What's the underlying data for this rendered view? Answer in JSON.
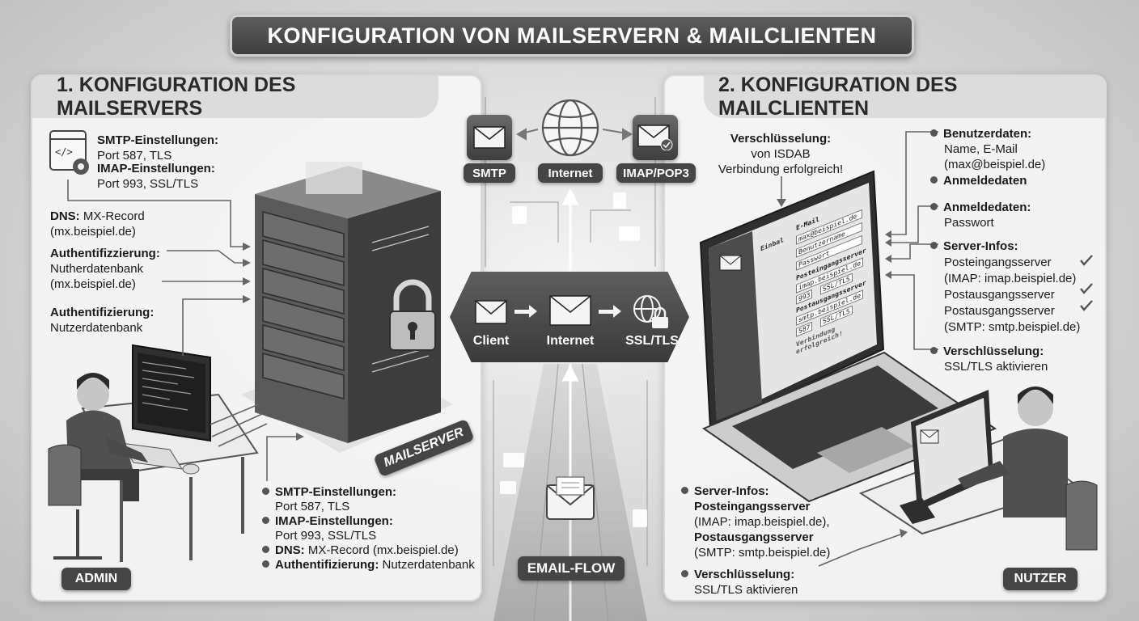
{
  "title": "KONFIGURATION VON MAILSERVERN & MAILCLIENTEN",
  "left_panel": {
    "heading": "1. KONFIGURATION DES MAILSERVERS",
    "smtp_label": "SMTP-Einstellungen:",
    "smtp_value": "Port 587, TLS",
    "imap_label": "IMAP-Einstellungen:",
    "imap_value": "Port 993, SSL/TLS",
    "dns_label": "DNS:",
    "dns_value": "MX-Record",
    "dns_value2": "(mx.beispiel.de)",
    "auth1_label": "Authentifizzierung:",
    "auth1_value": "Nutherdatenbank",
    "auth1_value2": "(mx.beispiel.de)",
    "auth2_label": "Authentifizierung:",
    "auth2_value": "Nutzerdatenbank",
    "server_label": "MAILSERVER",
    "admin_label": "ADMIN",
    "bottom_list": {
      "smtp_label": "SMTP-Einstellungen:",
      "smtp_value": "Port 587, TLS",
      "imap_label": "IMAP-Einstellungen:",
      "imap_value": "Port 993, SSL/TLS",
      "dns_label": "DNS:",
      "dns_value": "MX-Record (mx.beispiel.de)",
      "auth_label": "Authentifizierung:",
      "auth_value": "Nutzerdatenbank"
    }
  },
  "center": {
    "top_nodes": [
      "SMTP",
      "Internet",
      "IMAP/POP3"
    ],
    "flow_nodes": [
      "Client",
      "Internet",
      "SSL/TLS"
    ],
    "email_flow_label": "EMAIL-FLOW"
  },
  "right_panel": {
    "heading": "2. KONFIGURATION DES MAILCLIENTEN",
    "enc_title": "Verschlüsselung:",
    "enc_line1": "von ISDAB",
    "enc_line2": "Verbindung erfolgreich!",
    "user_data_label": "Benutzerdaten:",
    "user_data_value1": "Name, E-Mail",
    "user_data_value2": "(max@beispiel.de)",
    "login_label": "Anmeldedaten",
    "login2_label": "Anmeldedaten:",
    "login2_value": "Passwort",
    "server_info_label": "Server-Infos:",
    "server_lines": [
      "Posteingangsserver",
      "(IMAP: imap.beispiel.de)",
      "Postausgangsserver",
      "Postausgangsserver",
      "(SMTP: smtp.beispiel.de)"
    ],
    "encryption_label": "Verschlüsselung:",
    "encryption_value": "SSL/TLS aktivieren",
    "screen_form": {
      "sidebar_title": "Einbal",
      "field1_label": "E-Mail",
      "field1_value": "max@beispiel.de",
      "field2_value": "Benutzername",
      "field3_value": "Passwort",
      "section_in": "Posteingangsserver",
      "in_host": "imap.beispiel.de",
      "in_port": "993",
      "in_sec": "SSL/TLS",
      "section_out": "Postausgangsserver",
      "out_host": "smtp.beispiel.de",
      "out_port": "587",
      "out_sec": "SSL/TLS",
      "success": "Verbindung erfolgreich!"
    },
    "bottom_list": {
      "server_label": "Server-Infos:",
      "in_label": "Posteingangsserver",
      "in_value": "(IMAP: imap.beispiel.de),",
      "out_label": "Postausgangsserver",
      "out_value": "(SMTP: smtp.beispiel.de)",
      "enc_label": "Verschlüsselung:",
      "enc_value": "SSL/TLS aktivieren"
    },
    "user_label": "NUTZER"
  }
}
